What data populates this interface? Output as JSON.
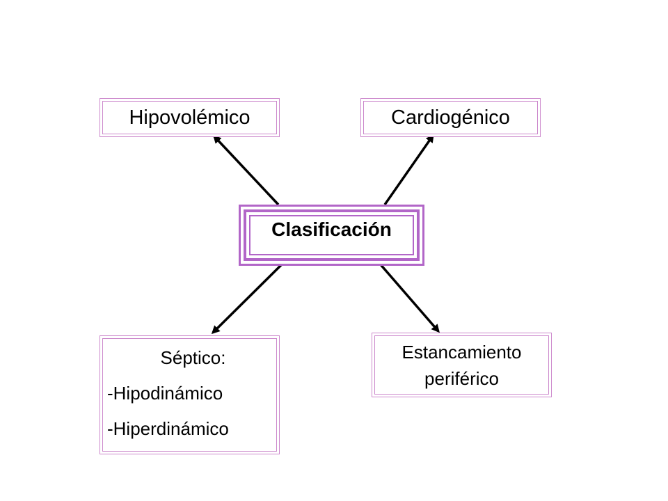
{
  "center": {
    "label": "Clasificación"
  },
  "nodes": {
    "hipovolemico": "Hipovolémico",
    "cardiogenico": "Cardiogénico",
    "septico": {
      "title": "Séptico:",
      "items": [
        "-Hipodinámico",
        "-Hiperdinámico"
      ]
    },
    "estancamiento": {
      "line1": "Estancamiento",
      "line2": "periférico"
    }
  },
  "colors": {
    "border": "#b266c8",
    "arrow": "#000000"
  }
}
